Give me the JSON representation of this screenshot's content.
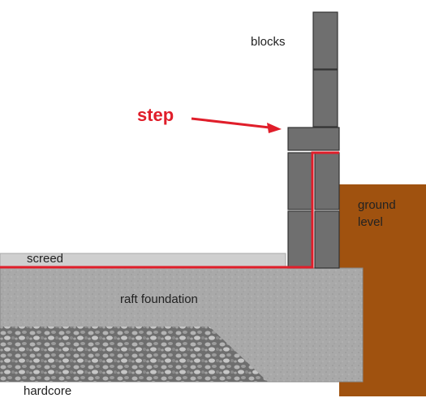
{
  "labels": {
    "blocks": "blocks",
    "step": "step",
    "ground_level": [
      "ground",
      "level"
    ],
    "screed": "screed",
    "raft_foundation": "raft foundation",
    "hardcore": "hardcore"
  },
  "colors": {
    "background": "#ffffff",
    "ground": "#a0520f",
    "concrete": "#a9a9a9",
    "screed": "#cfcfcf",
    "block_fill": "#6f6f6f",
    "block_edge": "#333333",
    "hardcore": "#777777",
    "damp_proof_course": "#e01e2a",
    "step_text": "#e01e2a"
  }
}
